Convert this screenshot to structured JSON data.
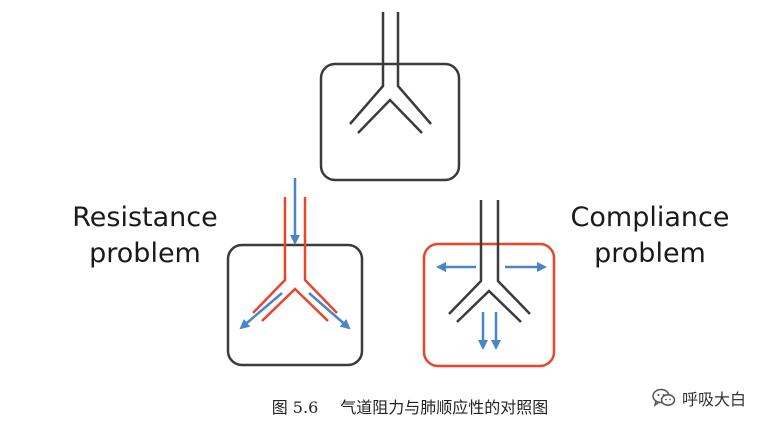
{
  "labels": {
    "resistance": [
      "Resistance",
      "problem"
    ],
    "compliance": [
      "Compliance",
      "problem"
    ]
  },
  "caption": {
    "number": "图 5.6",
    "text": "气道阻力与肺顺应性的对照图"
  },
  "watermark": {
    "text": "呼吸大白"
  },
  "colors": {
    "outline": "#3b3b3b",
    "problem": "#e8452c",
    "arrow": "#4a86c7"
  }
}
